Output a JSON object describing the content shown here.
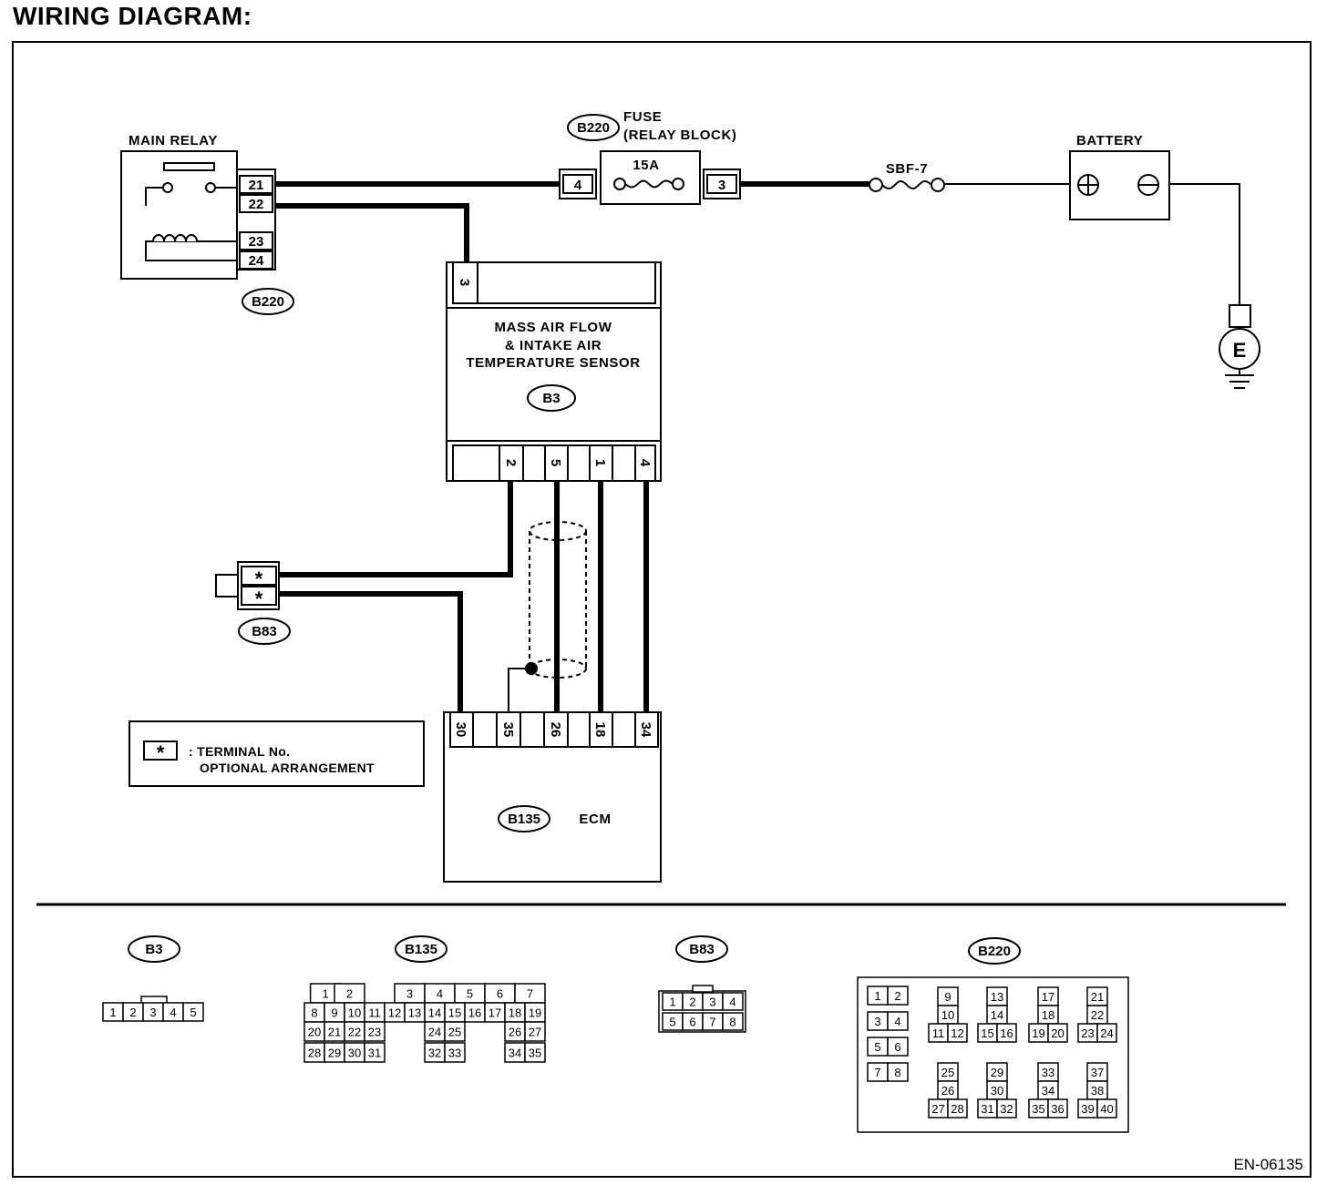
{
  "heading": "WIRING DIAGRAM:",
  "doc_code": "EN-06135",
  "main_relay": {
    "title": "MAIN RELAY",
    "connector": "B220",
    "pins": [
      "21",
      "22",
      "23",
      "24"
    ]
  },
  "fuse": {
    "connector": "B220",
    "label_line1": "FUSE",
    "label_line2": "(RELAY BLOCK)",
    "rating": "15A",
    "pin_in": "4",
    "pin_out": "3"
  },
  "sbf": {
    "label": "SBF-7"
  },
  "battery": {
    "title": "BATTERY"
  },
  "ground": {
    "label": "E"
  },
  "maf_sensor": {
    "line1": "MASS AIR FLOW",
    "line2": "& INTAKE AIR",
    "line3": "TEMPERATURE SENSOR",
    "connector": "B3",
    "top_pin": "3",
    "bottom_pins": [
      "2",
      "5",
      "1",
      "4"
    ]
  },
  "b83": {
    "connector": "B83",
    "pins": [
      "*",
      "*"
    ]
  },
  "ecm": {
    "label": "ECM",
    "connector": "B135",
    "pins": [
      "30",
      "35",
      "26",
      "18",
      "34"
    ]
  },
  "legend": {
    "symbol": "*",
    "line1": ": TERMINAL No.",
    "line2": "OPTIONAL ARRANGEMENT"
  },
  "connector_views": {
    "b3": {
      "label": "B3",
      "cells": [
        "1",
        "2",
        "3",
        "4",
        "5"
      ]
    },
    "b135": {
      "label": "B135",
      "row1": [
        "1",
        "2",
        "3",
        "4",
        "5",
        "6",
        "7"
      ],
      "row2": [
        "8",
        "9",
        "10",
        "11",
        "12",
        "13",
        "14",
        "15",
        "16",
        "17",
        "18",
        "19"
      ],
      "row3": [
        "20",
        "21",
        "22",
        "23",
        "24",
        "25",
        "26",
        "27"
      ],
      "row4": [
        "28",
        "29",
        "30",
        "31",
        "32",
        "33",
        "34",
        "35"
      ]
    },
    "b83": {
      "label": "B83",
      "row1": [
        "1",
        "2",
        "3",
        "4"
      ],
      "row2": [
        "5",
        "6",
        "7",
        "8"
      ]
    },
    "b220": {
      "label": "B220",
      "pairs": [
        [
          "1",
          "2"
        ],
        [
          "3",
          "4"
        ],
        [
          "5",
          "6"
        ],
        [
          "7",
          "8"
        ]
      ],
      "groups_top": [
        [
          "9",
          "10",
          "11",
          "12"
        ],
        [
          "13",
          "14",
          "15",
          "16"
        ],
        [
          "17",
          "18",
          "19",
          "20"
        ],
        [
          "21",
          "22",
          "23",
          "24"
        ]
      ],
      "groups_bottom": [
        [
          "25",
          "26",
          "27",
          "28"
        ],
        [
          "29",
          "30",
          "31",
          "32"
        ],
        [
          "33",
          "34",
          "35",
          "36"
        ],
        [
          "37",
          "38",
          "39",
          "40"
        ]
      ]
    }
  }
}
